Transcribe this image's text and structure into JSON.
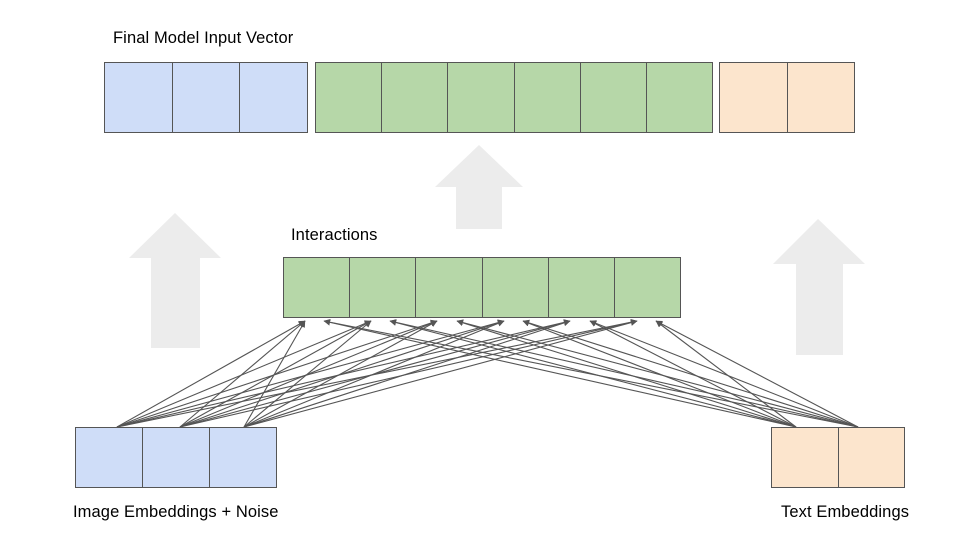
{
  "diagram": {
    "title_label": "Final Model Input Vector",
    "interactions_label": "Interactions",
    "image_label": "Image Embeddings + Noise",
    "text_label": "Text Embeddings",
    "colors": {
      "image_blue": "#cfddf8",
      "interaction_green": "#b6d7a8",
      "text_orange": "#fce5cd",
      "cell_border": "#555555",
      "big_arrow_gray": "#ececec",
      "connector_line": "#555555",
      "background": "#ffffff"
    },
    "final_vector": {
      "label": "Final Model Input Vector",
      "segments": [
        {
          "name": "image-embeddings-segment",
          "color_key": "image_blue",
          "cells": 3
        },
        {
          "name": "interactions-segment",
          "color_key": "interaction_green",
          "cells": 6
        },
        {
          "name": "text-embeddings-segment",
          "color_key": "text_orange",
          "cells": 2
        }
      ],
      "total_cells": 11
    },
    "interactions_vector": {
      "label": "Interactions",
      "color_key": "interaction_green",
      "cells": 6
    },
    "image_vector": {
      "label": "Image Embeddings + Noise",
      "color_key": "image_blue",
      "cells": 3
    },
    "text_vector": {
      "label": "Text Embeddings",
      "color_key": "text_orange",
      "cells": 2
    },
    "big_arrows": [
      {
        "name": "image-to-final-arrow",
        "direction": "up",
        "from": "image_vector",
        "to": "final_vector"
      },
      {
        "name": "interactions-to-final-arrow",
        "direction": "up",
        "from": "interactions_vector",
        "to": "final_vector"
      },
      {
        "name": "text-to-final-arrow",
        "direction": "up",
        "from": "text_vector",
        "to": "final_vector"
      }
    ],
    "connectors": {
      "name": "embedding-to-interaction-connectors",
      "description": "thin arrows from image and text embedding cells up into each interaction cell",
      "count": 30,
      "arrowhead": "up"
    }
  }
}
